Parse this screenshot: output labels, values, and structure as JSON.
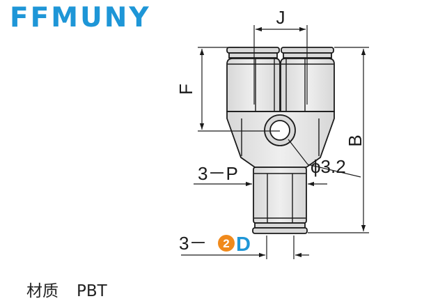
{
  "brand": {
    "name": "FFMUNY",
    "color": "#1e96d7"
  },
  "diagram": {
    "dim_top": "J",
    "dim_left": "F",
    "dim_right": "B",
    "dim_hole": "ϕ3.2",
    "dim_port": "3－P",
    "dim_tube_prefix": "3－",
    "dim_tube_badge": "2",
    "dim_tube_letter": "D",
    "badge_color": "#f08a1c"
  },
  "material": {
    "label": "材质",
    "value": "PBT"
  }
}
